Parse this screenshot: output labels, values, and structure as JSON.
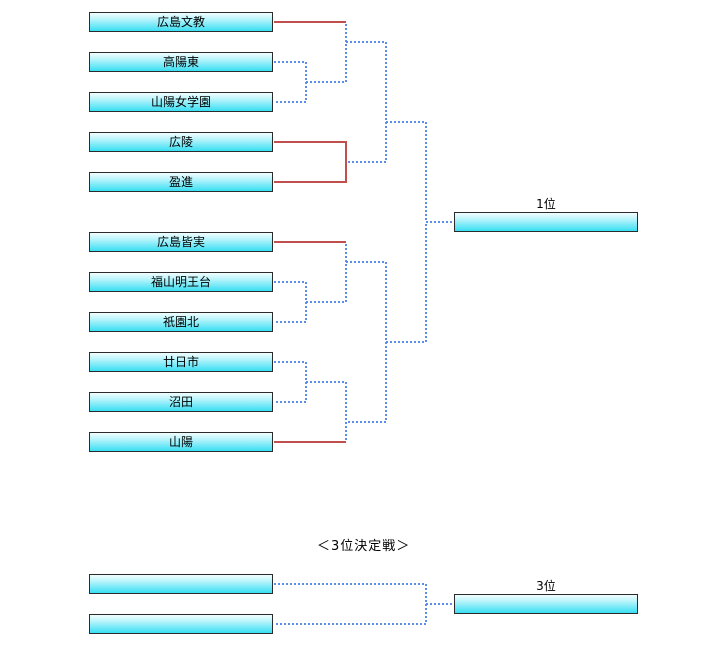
{
  "bracket": {
    "teams": [
      {
        "name": "広島文教"
      },
      {
        "name": "高陽東"
      },
      {
        "name": "山陽女学園"
      },
      {
        "name": "広陵"
      },
      {
        "name": "盈進"
      },
      {
        "name": "広島皆実"
      },
      {
        "name": "福山明王台"
      },
      {
        "name": "祇園北"
      },
      {
        "name": "廿日市"
      },
      {
        "name": "沼田"
      },
      {
        "name": "山陽"
      }
    ],
    "first_place_label": "1位",
    "first_place_team": ""
  },
  "third_place": {
    "title": "＜3位決定戦＞",
    "teams": [
      {
        "name": ""
      },
      {
        "name": ""
      }
    ],
    "label": "3位",
    "winner": ""
  },
  "colors": {
    "winner_line": "#c0504d",
    "pending_line": "#5b8ee6",
    "box_top": "#f2feff",
    "box_bottom": "#38dff3"
  }
}
